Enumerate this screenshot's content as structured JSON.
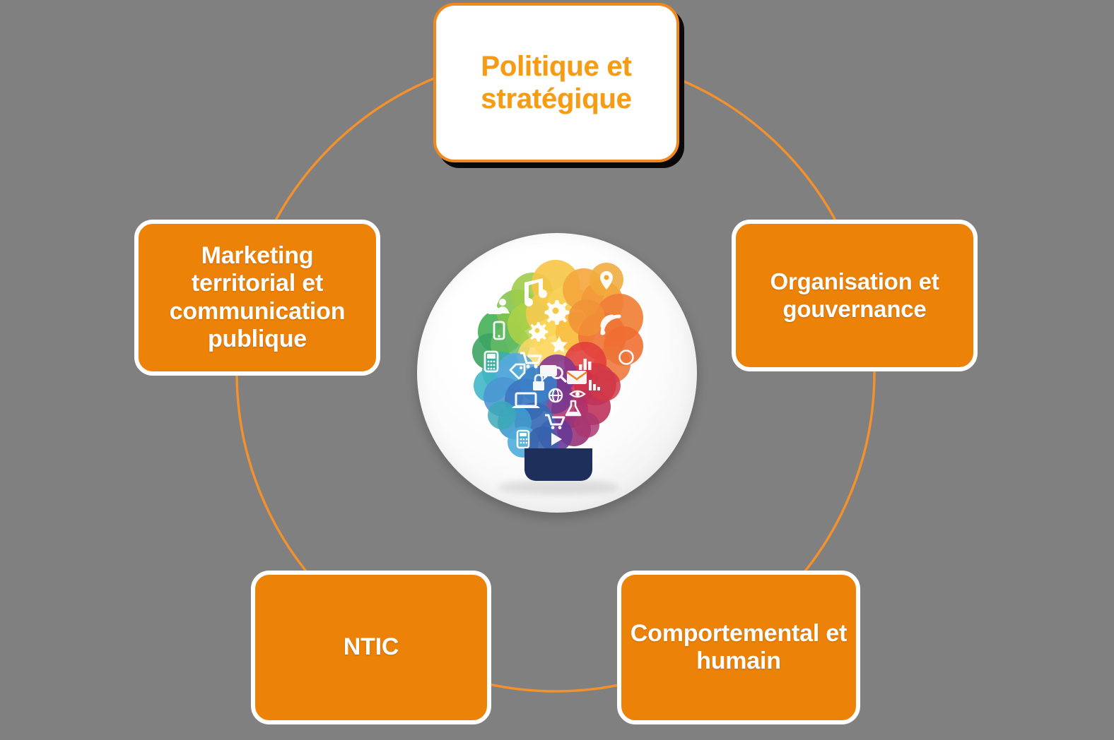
{
  "diagram": {
    "type": "cycle-diagram",
    "background_color": "#808080",
    "accent_color": "#ED8209",
    "ring_color": "#F5912B",
    "title_node": {
      "id": "politique",
      "label": "Politique et stratégique",
      "style": "white-fill-orange-text",
      "fill": "#FFFFFF",
      "border_color": "#F2881B",
      "text_color": "#F59B14"
    },
    "nodes": [
      {
        "id": "marketing",
        "label": "Marketing territorial et communication publique",
        "position": "left",
        "fill": "#ED8209",
        "border_color": "#FFFFFF",
        "text_color": "#FFFFFF"
      },
      {
        "id": "organisation",
        "label": "Organisation et gouvernance",
        "position": "right",
        "fill": "#ED8209",
        "border_color": "#FFFFFF",
        "text_color": "#FFFFFF"
      },
      {
        "id": "ntic",
        "label": "NTIC",
        "position": "bottom-left",
        "fill": "#ED8209",
        "border_color": "#FFFFFF",
        "text_color": "#FFFFFF"
      },
      {
        "id": "comportemental",
        "label": "Comportemental et humain",
        "position": "bottom-right",
        "fill": "#ED8209",
        "border_color": "#FFFFFF",
        "text_color": "#FFFFFF"
      }
    ],
    "center_image": {
      "name": "lightbulb-of-icons",
      "description": "Ampoule composée de bulles colorées contenant des icônes",
      "base_color": "#1E2F5C",
      "icons": [
        "music-note-icon",
        "people-group-icon",
        "gear-icon",
        "gears-icon",
        "location-pin-icon",
        "shopping-cart-icon",
        "star-icon",
        "speech-bubble-icon",
        "envelope-icon",
        "rss-icon",
        "mobile-phone-icon",
        "tablet-icon",
        "tag-icon",
        "lock-icon",
        "search-icon",
        "globe-icon",
        "bar-chart-icon",
        "chart-icon",
        "compass-icon",
        "eye-icon",
        "laptop-icon",
        "flask-icon",
        "cart-icon",
        "play-icon",
        "calculator-icon"
      ]
    }
  }
}
